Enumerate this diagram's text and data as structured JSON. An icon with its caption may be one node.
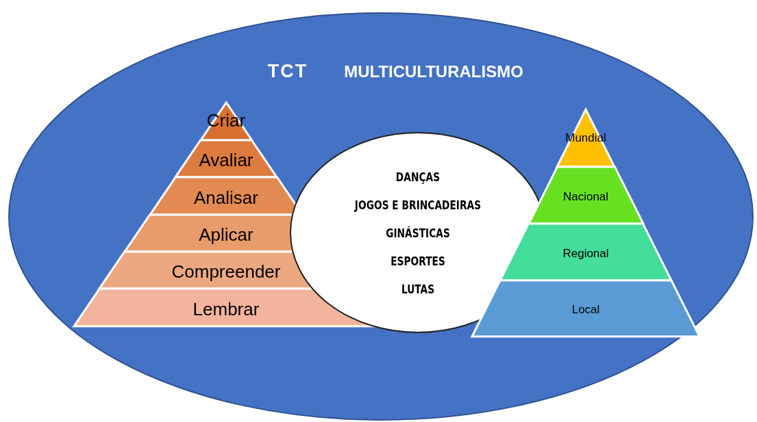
{
  "diagram": {
    "nodes": [
      {
        "text": [
          "TCT",
          "MULTICULTURALISMO"
        ]
      },
      {
        "text": [
          "Criar"
        ],
        "in": 0
      },
      {
        "text": [
          "Avaliar"
        ],
        "in": 0
      },
      {
        "text": [
          "Analisar"
        ],
        "in": 0
      },
      {
        "text": [
          "Aplicar"
        ],
        "in": 0
      },
      {
        "text": [
          "Compreender"
        ],
        "in": 0
      },
      {
        "text": [
          "Lembrar"
        ],
        "in": 0
      },
      {
        "text": [
          "DANÇAS",
          "JOGOS E BRINCADEIRAS",
          "GINÁSTICAS",
          "ESPORTES",
          "LUTAS"
        ],
        "in": 0
      },
      {
        "text": [
          "Mundial"
        ],
        "in": 0
      },
      {
        "text": [
          "Nacional"
        ],
        "in": 0
      },
      {
        "text": [
          "Regional"
        ],
        "in": 0
      },
      {
        "text": [
          "Local"
        ],
        "in": 0
      }
    ]
  }
}
